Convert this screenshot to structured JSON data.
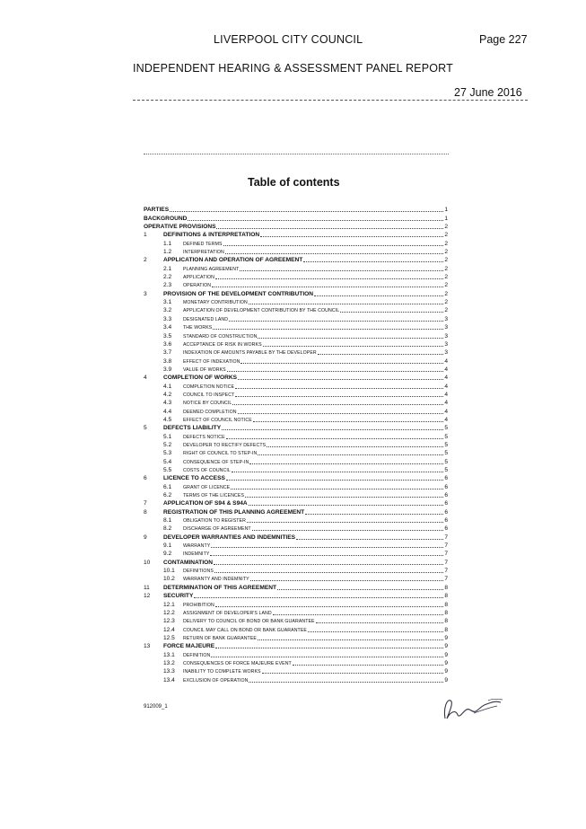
{
  "header": {
    "council": "LIVERPOOL CITY COUNCIL",
    "page": "Page 227",
    "report": "INDEPENDENT HEARING & ASSESSMENT PANEL REPORT",
    "date": "27 June 2016"
  },
  "toc": {
    "title": "Table of contents",
    "entries": [
      {
        "level": "top",
        "num": "",
        "text": "PARTIES",
        "page": "1"
      },
      {
        "level": "top",
        "num": "",
        "text": "BACKGROUND",
        "page": "1"
      },
      {
        "level": "top",
        "num": "",
        "text": "OPERATIVE PROVISIONS",
        "page": "2"
      },
      {
        "level": "sec",
        "num": "1",
        "text": "DEFINITIONS & INTERPRETATION",
        "page": "2"
      },
      {
        "level": "sub",
        "num": "1.1",
        "text": "Defined terms",
        "page": "2"
      },
      {
        "level": "sub",
        "num": "1.2",
        "text": "Interpretation",
        "page": "2"
      },
      {
        "level": "sec",
        "num": "2",
        "text": "APPLICATION AND OPERATION OF AGREEMENT",
        "page": "2"
      },
      {
        "level": "sub",
        "num": "2.1",
        "text": "Planning agreement",
        "page": "2"
      },
      {
        "level": "sub",
        "num": "2.2",
        "text": "Application",
        "page": "2"
      },
      {
        "level": "sub",
        "num": "2.3",
        "text": "Operation",
        "page": "2"
      },
      {
        "level": "sec",
        "num": "3",
        "text": "PROVISION OF THE DEVELOPMENT CONTRIBUTION",
        "page": "2"
      },
      {
        "level": "sub",
        "num": "3.1",
        "text": "Monetary Contribution",
        "page": "2"
      },
      {
        "level": "sub",
        "num": "3.2",
        "text": "Application of Development Contribution by the Council",
        "page": "2"
      },
      {
        "level": "sub",
        "num": "3.3",
        "text": "Designated Land",
        "page": "3"
      },
      {
        "level": "sub",
        "num": "3.4",
        "text": "The Works",
        "page": "3"
      },
      {
        "level": "sub",
        "num": "3.5",
        "text": "Standard of construction",
        "page": "3"
      },
      {
        "level": "sub",
        "num": "3.6",
        "text": "Acceptance of risk in Works",
        "page": "3"
      },
      {
        "level": "sub",
        "num": "3.7",
        "text": "Indexation of amounts payable by the Developer",
        "page": "3"
      },
      {
        "level": "sub",
        "num": "3.8",
        "text": "Effect of Indexation",
        "page": "4"
      },
      {
        "level": "sub",
        "num": "3.9",
        "text": "Value of Works",
        "page": "4"
      },
      {
        "level": "sec",
        "num": "4",
        "text": "COMPLETION OF WORKS",
        "page": "4"
      },
      {
        "level": "sub",
        "num": "4.1",
        "text": "Completion Notice",
        "page": "4"
      },
      {
        "level": "sub",
        "num": "4.2",
        "text": "Council to inspect",
        "page": "4"
      },
      {
        "level": "sub",
        "num": "4.3",
        "text": "Notice by Council",
        "page": "4"
      },
      {
        "level": "sub",
        "num": "4.4",
        "text": "Deemed Completion",
        "page": "4"
      },
      {
        "level": "sub",
        "num": "4.5",
        "text": "Effect of Council Notice",
        "page": "4"
      },
      {
        "level": "sec",
        "num": "5",
        "text": "DEFECTS LIABILITY",
        "page": "5"
      },
      {
        "level": "sub",
        "num": "5.1",
        "text": "Defects Notice",
        "page": "5"
      },
      {
        "level": "sub",
        "num": "5.2",
        "text": "Developer to rectify Defects",
        "page": "5"
      },
      {
        "level": "sub",
        "num": "5.3",
        "text": "Right of Council to step-In",
        "page": "5"
      },
      {
        "level": "sub",
        "num": "5.4",
        "text": "Consequence of Step-In",
        "page": "5"
      },
      {
        "level": "sub",
        "num": "5.5",
        "text": "Costs of Council",
        "page": "5"
      },
      {
        "level": "sec",
        "num": "6",
        "text": "LICENCE TO ACCESS",
        "page": "6"
      },
      {
        "level": "sub",
        "num": "6.1",
        "text": "Grant of licence",
        "page": "6"
      },
      {
        "level": "sub",
        "num": "6.2",
        "text": "Terms of the licences",
        "page": "6"
      },
      {
        "level": "sec",
        "num": "7",
        "text": "APPLICATION OF S94 & S94A",
        "page": "6"
      },
      {
        "level": "sec",
        "num": "8",
        "text": "REGISTRATION OF THIS PLANNING AGREEMENT",
        "page": "6"
      },
      {
        "level": "sub",
        "num": "8.1",
        "text": "Obligation to Register",
        "page": "6"
      },
      {
        "level": "sub",
        "num": "8.2",
        "text": "Discharge of agreement",
        "page": "6"
      },
      {
        "level": "sec",
        "num": "9",
        "text": "DEVELOPER WARRANTIES AND INDEMNITIES",
        "page": "7"
      },
      {
        "level": "sub",
        "num": "9.1",
        "text": "Warranty",
        "page": "7"
      },
      {
        "level": "sub",
        "num": "9.2",
        "text": "Indemnity",
        "page": "7"
      },
      {
        "level": "sec",
        "num": "10",
        "text": "CONTAMINATION",
        "page": "7"
      },
      {
        "level": "sub",
        "num": "10.1",
        "text": "Definitions",
        "page": "7"
      },
      {
        "level": "sub",
        "num": "10.2",
        "text": "Warranty and indemnity",
        "page": "7"
      },
      {
        "level": "sec",
        "num": "11",
        "text": "DETERMINATION OF THIS AGREEMENT",
        "page": "8"
      },
      {
        "level": "sec",
        "num": "12",
        "text": "SECURITY",
        "page": "8"
      },
      {
        "level": "sub",
        "num": "12.1",
        "text": "Prohibition",
        "page": "8"
      },
      {
        "level": "sub",
        "num": "12.2",
        "text": "Assignment of Developer's Land",
        "page": "8"
      },
      {
        "level": "sub",
        "num": "12.3",
        "text": "Delivery to Council of Bond or Bank Guarantee",
        "page": "8"
      },
      {
        "level": "sub",
        "num": "12.4",
        "text": "Council may call on Bond or Bank Guarantee",
        "page": "8"
      },
      {
        "level": "sub",
        "num": "12.5",
        "text": "Return of Bank Guarantee",
        "page": "9"
      },
      {
        "level": "sec",
        "num": "13",
        "text": "FORCE MAJEURE",
        "page": "9"
      },
      {
        "level": "sub",
        "num": "13.1",
        "text": "Definition",
        "page": "9"
      },
      {
        "level": "sub",
        "num": "13.2",
        "text": "Consequences of Force Majeure Event",
        "page": "9"
      },
      {
        "level": "sub",
        "num": "13.3",
        "text": "Inability to complete Works",
        "page": "9"
      },
      {
        "level": "sub",
        "num": "13.4",
        "text": "Exclusion of operation",
        "page": "9"
      }
    ]
  },
  "footer": {
    "ref": "912009_1"
  }
}
